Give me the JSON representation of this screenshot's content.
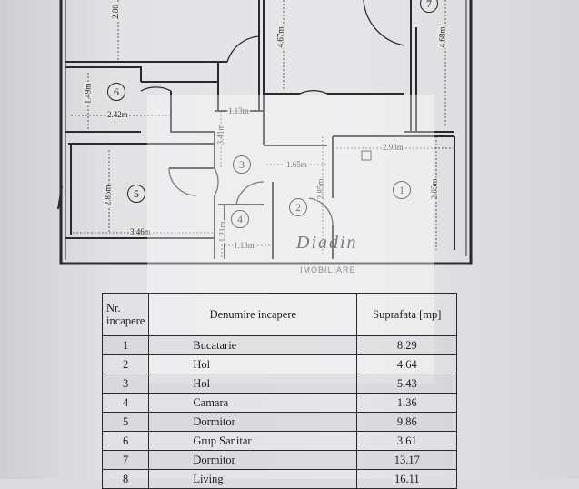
{
  "plan": {
    "rooms": [
      {
        "num": "1"
      },
      {
        "num": "2"
      },
      {
        "num": "3"
      },
      {
        "num": "4"
      },
      {
        "num": "5"
      },
      {
        "num": "6"
      },
      {
        "num": "7"
      }
    ],
    "dimensions": {
      "d_room7_height": "2.80",
      "d_room8_height": "4.67m",
      "d_room9_height": "4.68m",
      "d_room6_h": "1.49m",
      "d_room6_w": "2.42m",
      "d_hall_w": "1.13m",
      "d_hall_h": "3.41m",
      "d_hall2_w": "1.65m",
      "d_room1_w": "2.93m",
      "d_room1_h": "2.85m",
      "d_room2_h": "2.85m",
      "d_room5_h": "2.85m",
      "d_room5_w": "3.46m",
      "d_room4_h": "1.21m",
      "d_room4_w": "1.13m"
    },
    "watermark": {
      "script": "Diadin",
      "subtitle": "IMOBILIARE"
    }
  },
  "table": {
    "headers": {
      "nr": "Nr.",
      "nr2": "incapere",
      "name": "Denumire incapere",
      "area": "Suprafata [mp]"
    },
    "rows": [
      {
        "nr": "1",
        "name": "Bucatarie",
        "area": "8.29"
      },
      {
        "nr": "2",
        "name": "Hol",
        "area": "4.64"
      },
      {
        "nr": "3",
        "name": "Hol",
        "area": "5.43"
      },
      {
        "nr": "4",
        "name": "Camara",
        "area": "1.36"
      },
      {
        "nr": "5",
        "name": "Dormitor",
        "area": "9.86"
      },
      {
        "nr": "6",
        "name": "Grup Sanitar",
        "area": "3.61"
      },
      {
        "nr": "7",
        "name": "Dormitor",
        "area": "13.17"
      },
      {
        "nr": "8",
        "name": "Living",
        "area": "16.11"
      }
    ]
  }
}
